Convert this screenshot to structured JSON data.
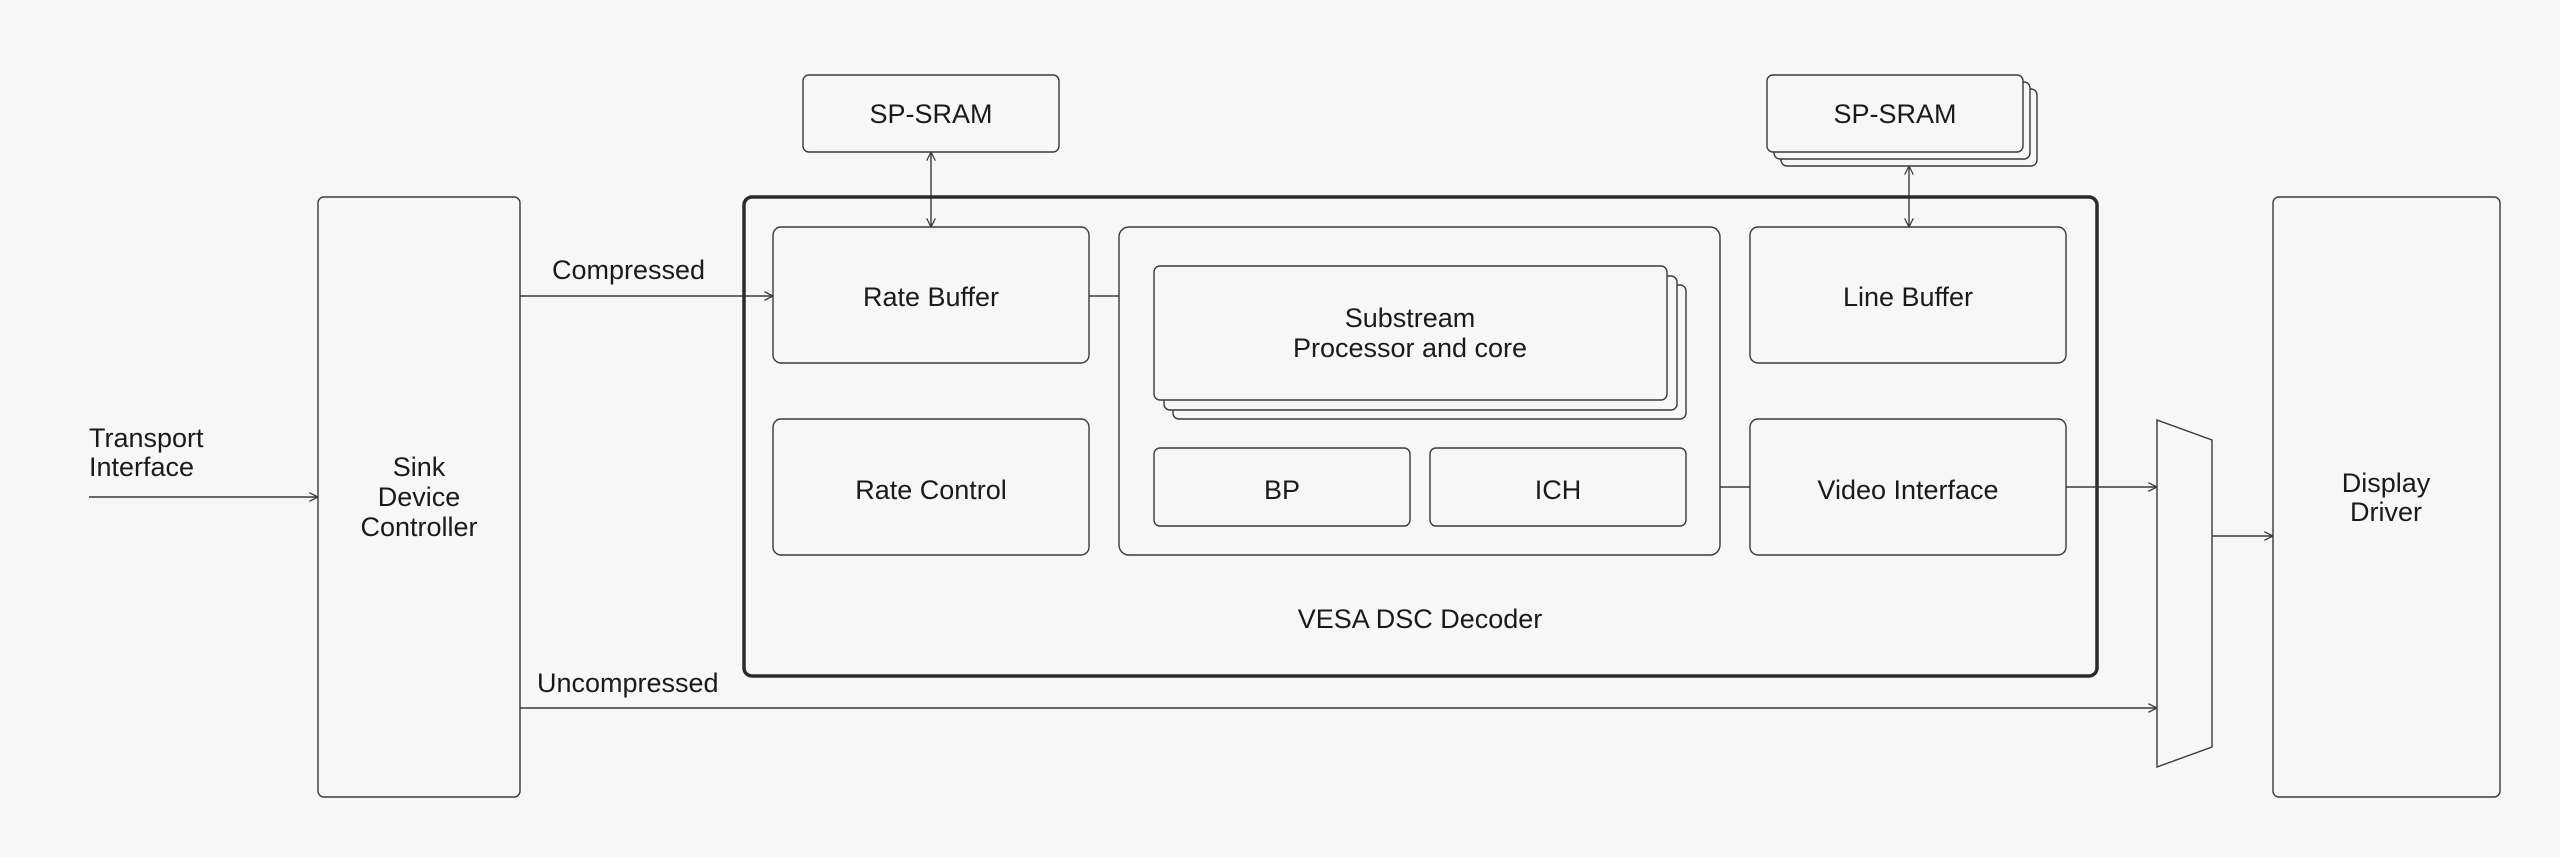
{
  "labels": {
    "transport_1": "Transport",
    "transport_2": "Interface",
    "sink_1": "Sink",
    "sink_2": "Device",
    "sink_3": "Controller",
    "compressed": "Compressed",
    "uncompressed": "Uncompressed",
    "sram_left": "SP-SRAM",
    "sram_right": "SP-SRAM",
    "rate_buffer": "Rate Buffer",
    "rate_control": "Rate Control",
    "substream_1": "Substream",
    "substream_2": "Processor and core",
    "bp": "BP",
    "ich": "ICH",
    "line_buffer": "Line Buffer",
    "video_interface": "Video Interface",
    "decoder": "VESA DSC Decoder",
    "display_1": "Display",
    "display_2": "Driver"
  }
}
